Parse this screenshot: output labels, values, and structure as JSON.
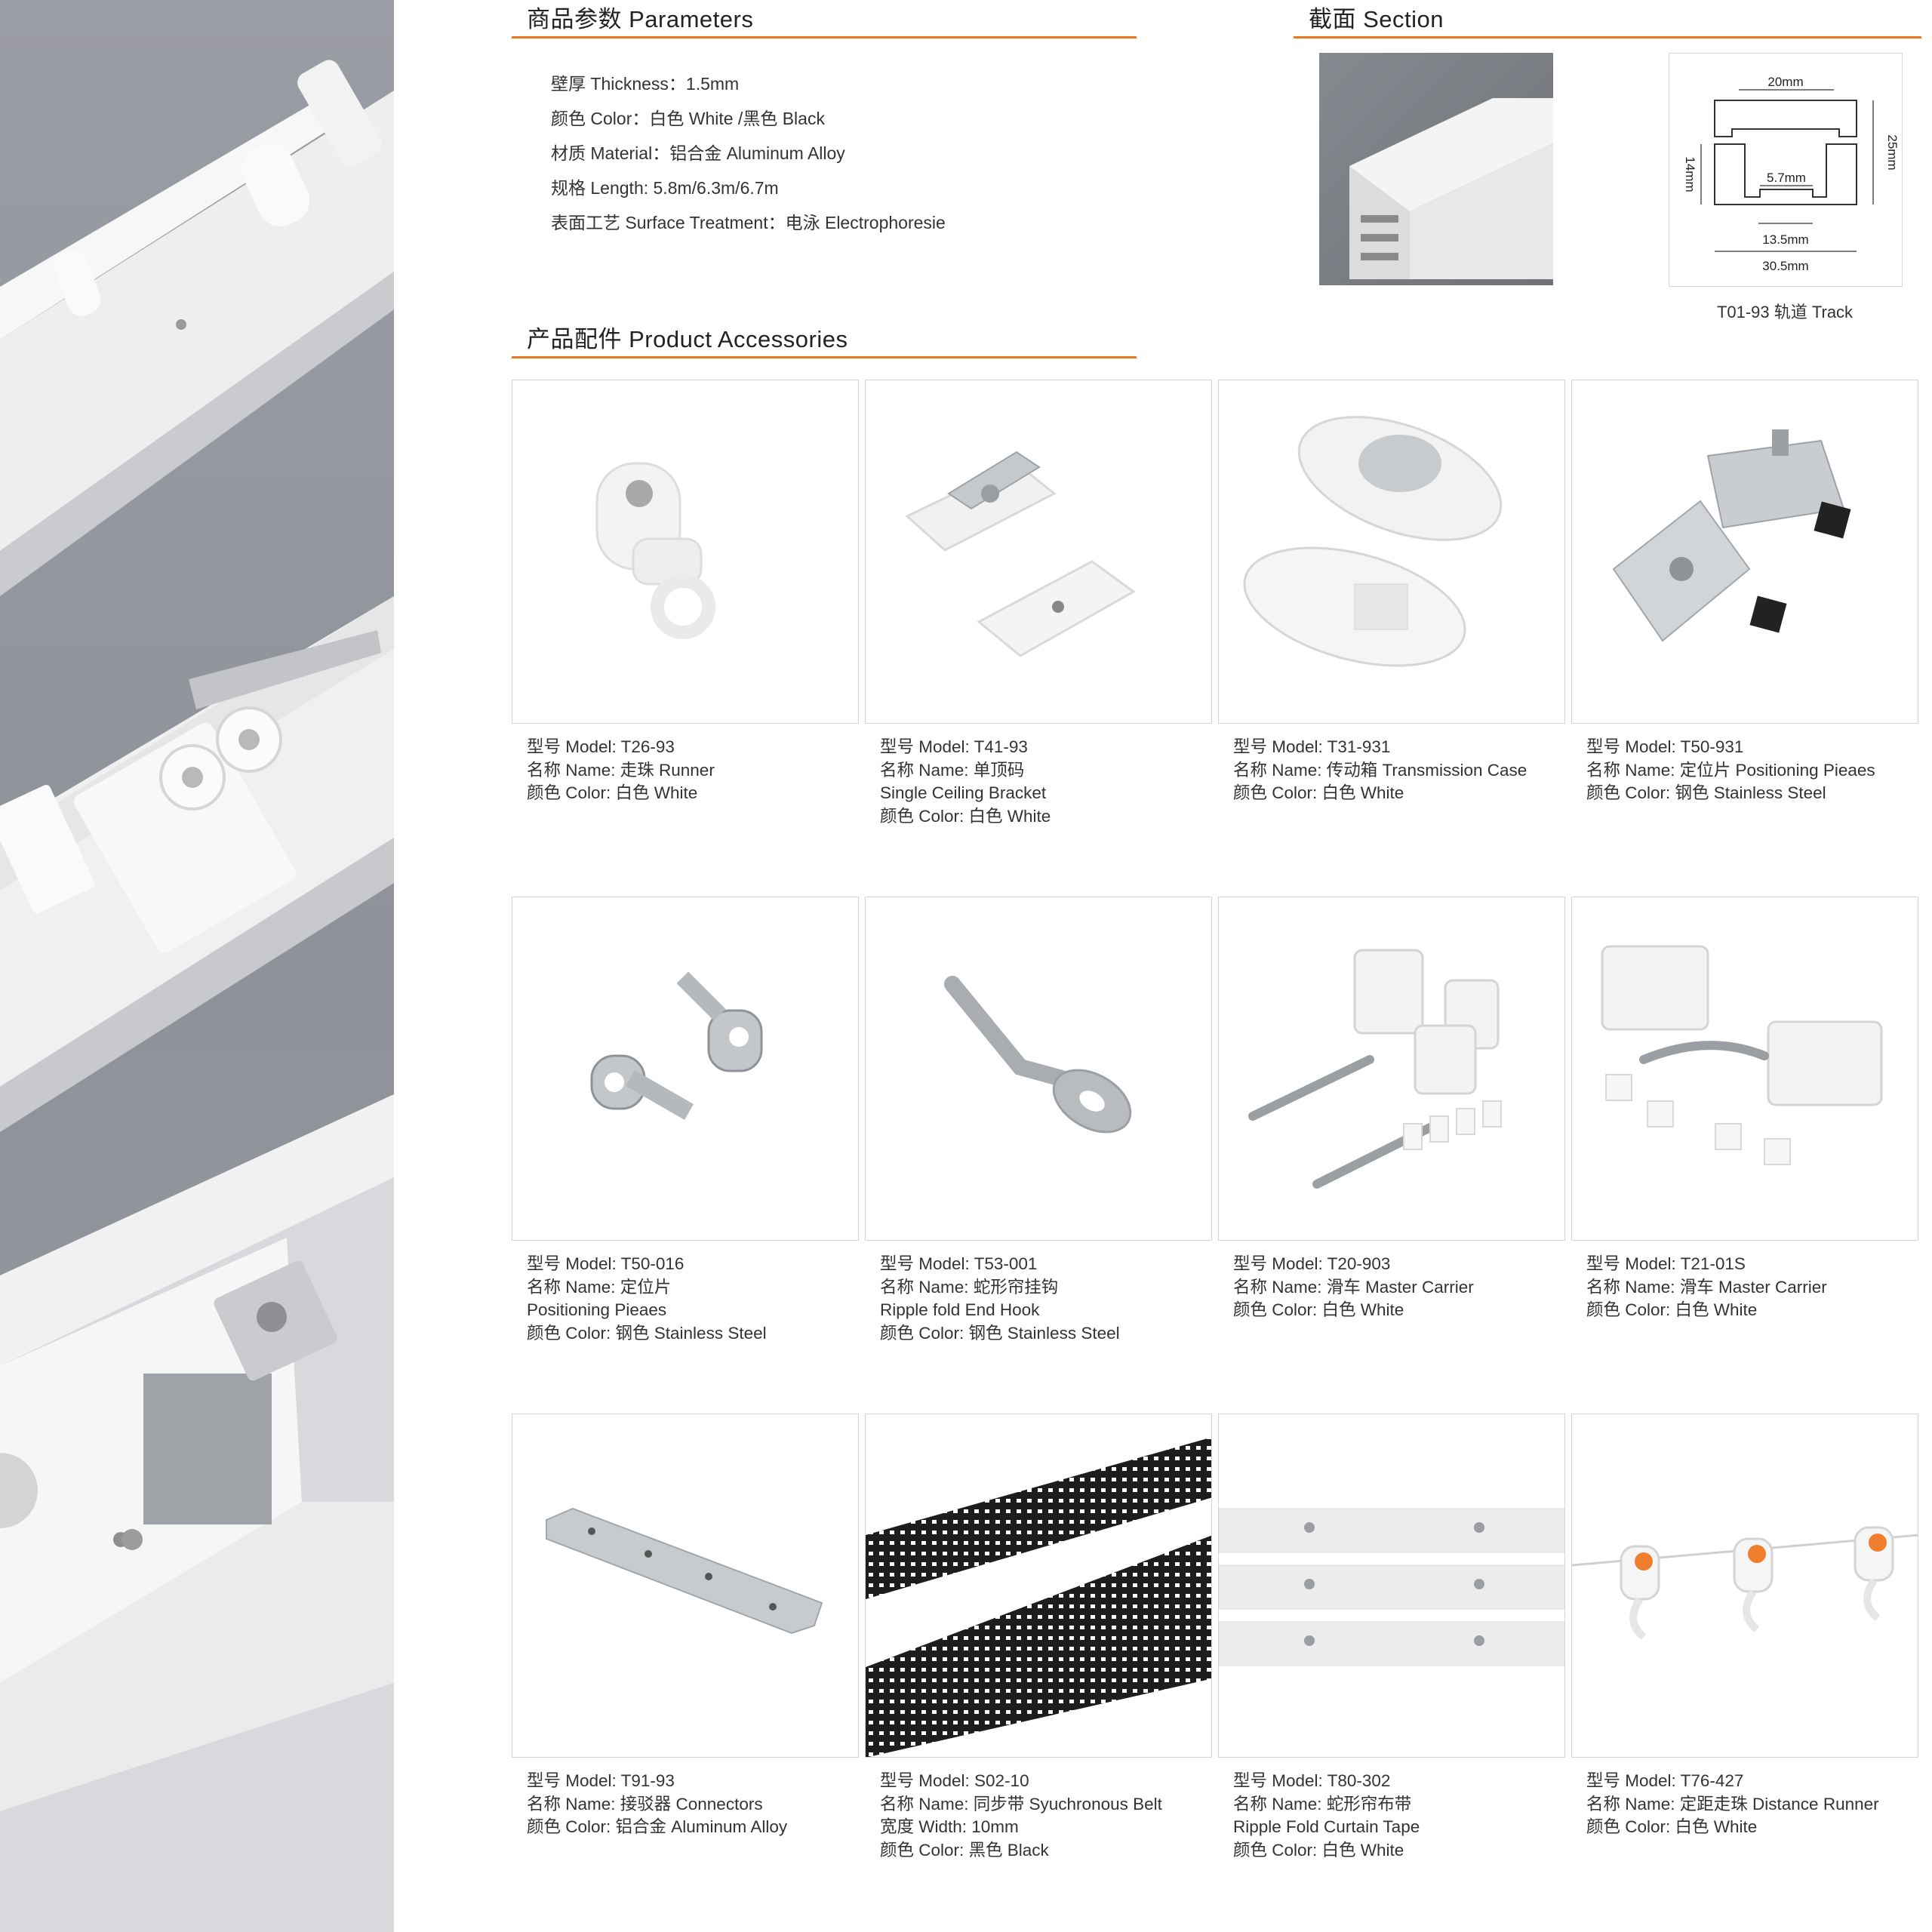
{
  "parameters": {
    "heading": "商品参数 Parameters",
    "lines": [
      "壁厚 Thickness：1.5mm",
      "颜色 Color：白色 White /黑色 Black",
      "材质 Material：铝合金 Aluminum Alloy",
      "规格 Length: 5.8m/6.3m/6.7m",
      "表面工艺 Surface Treatment：电泳 Electrophoresie"
    ]
  },
  "section": {
    "heading": "截面 Section",
    "caption": "T01-93 轨道 Track",
    "dimensions": {
      "top": "20mm",
      "height_right": "25mm",
      "height_left": "14mm",
      "inner": "5.7mm",
      "lower": "13.5mm",
      "bottom": "30.5mm"
    }
  },
  "accessories": {
    "heading": "产品配件 Product Accessories",
    "items": [
      {
        "icon": "runner-icon",
        "lines": [
          "型号 Model: T26-93",
          "名称 Name: 走珠 Runner",
          "颜色 Color: 白色 White"
        ]
      },
      {
        "icon": "ceiling-bracket-icon",
        "lines": [
          "型号 Model: T41-93",
          "名称 Name: 单顶码",
          "Single Ceiling Bracket",
          "颜色 Color: 白色 White"
        ]
      },
      {
        "icon": "transmission-case-icon",
        "lines": [
          "型号 Model: T31-931",
          "名称 Name: 传动箱 Transmission Case",
          "颜色 Color: 白色 White"
        ]
      },
      {
        "icon": "positioning-pieces-icon",
        "lines": [
          "型号 Model: T50-931",
          "名称 Name: 定位片 Positioning Pieaes",
          "颜色 Color: 钢色 Stainless Steel"
        ]
      },
      {
        "icon": "positioning-clips-icon",
        "lines": [
          "型号 Model: T50-016",
          "名称 Name: 定位片",
          "Positioning Pieaes",
          "颜色 Color: 钢色 Stainless Steel"
        ]
      },
      {
        "icon": "end-hook-icon",
        "lines": [
          "型号 Model: T53-001",
          "名称 Name: 蛇形帘挂钩",
          "Ripple fold End Hook",
          "颜色 Color: 钢色 Stainless Steel"
        ]
      },
      {
        "icon": "master-carrier-icon",
        "lines": [
          "型号 Model: T20-903",
          "名称 Name: 滑车 Master Carrier",
          "颜色 Color: 白色 White"
        ]
      },
      {
        "icon": "master-carrier-icon",
        "lines": [
          "型号 Model: T21-01S",
          "名称 Name: 滑车 Master Carrier",
          "颜色 Color: 白色 White"
        ]
      },
      {
        "icon": "connector-icon",
        "lines": [
          "型号 Model: T91-93",
          "名称 Name: 接驳器 Connectors",
          "颜色 Color: 铝合金 Aluminum Alloy"
        ]
      },
      {
        "icon": "belt-icon",
        "lines": [
          "型号 Model: S02-10",
          "名称 Name: 同步带 Syuchronous Belt",
          "宽度 Width: 10mm",
          "颜色 Color: 黑色 Black"
        ]
      },
      {
        "icon": "curtain-tape-icon",
        "lines": [
          "型号 Model: T80-302",
          "名称 Name: 蛇形帘布带",
          "Ripple Fold Curtain Tape",
          "颜色 Color: 白色 White"
        ]
      },
      {
        "icon": "distance-runner-icon",
        "lines": [
          "型号 Model: T76-427",
          "名称 Name: 定距走珠 Distance Runner",
          "颜色 Color: 白色 White"
        ]
      }
    ]
  },
  "colors": {
    "accent": "#e87722",
    "photo_bg": "#959aa0"
  }
}
